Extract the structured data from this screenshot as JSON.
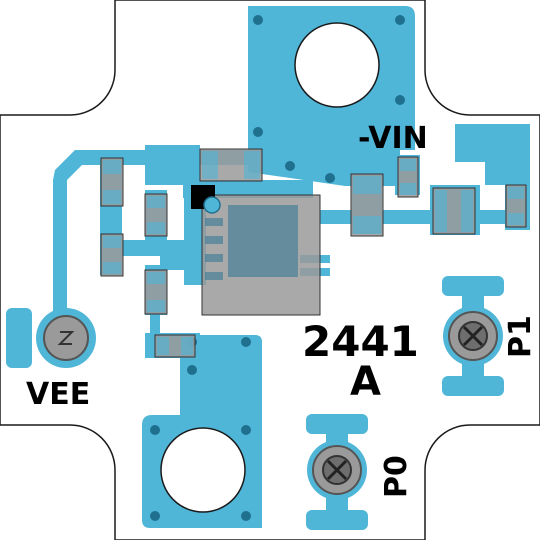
{
  "labels": {
    "vin": "-VIN",
    "vee": "VEE",
    "part_number": "2441",
    "revision": "A",
    "p0": "P0",
    "p1": "P1"
  },
  "colors": {
    "background": "#ffffff",
    "board": "#ffffff",
    "outline": "#1a1a1a",
    "copper": "#4fb6d8",
    "component": "#9a9a9a",
    "component_dark": "#1f6f8f",
    "hole": "#ffffff",
    "silk": "#000000"
  }
}
